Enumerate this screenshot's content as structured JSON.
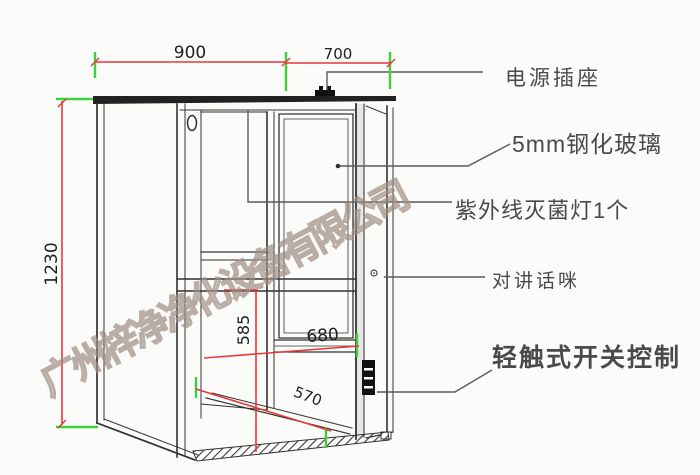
{
  "drawing": {
    "dimensions": {
      "top_width": "900",
      "top_depth": "700",
      "height": "1230",
      "inner_height": "585",
      "inner_width": "680",
      "inner_depth": "570"
    },
    "callouts": [
      {
        "label": "电源插座"
      },
      {
        "label": "5mm钢化玻璃"
      },
      {
        "label": "紫外线灭菌灯1个"
      },
      {
        "label": "对讲话咪"
      },
      {
        "label": "轻触式开关控制"
      }
    ],
    "watermark": "广州梓净净化设备有限公司",
    "colors": {
      "dimension_line": "#e8383a",
      "extension_tick": "#3dcf3d",
      "drawing_line": "#333333",
      "label_text": "#4a4a4a",
      "watermark_stroke": "#9e8e84"
    }
  }
}
